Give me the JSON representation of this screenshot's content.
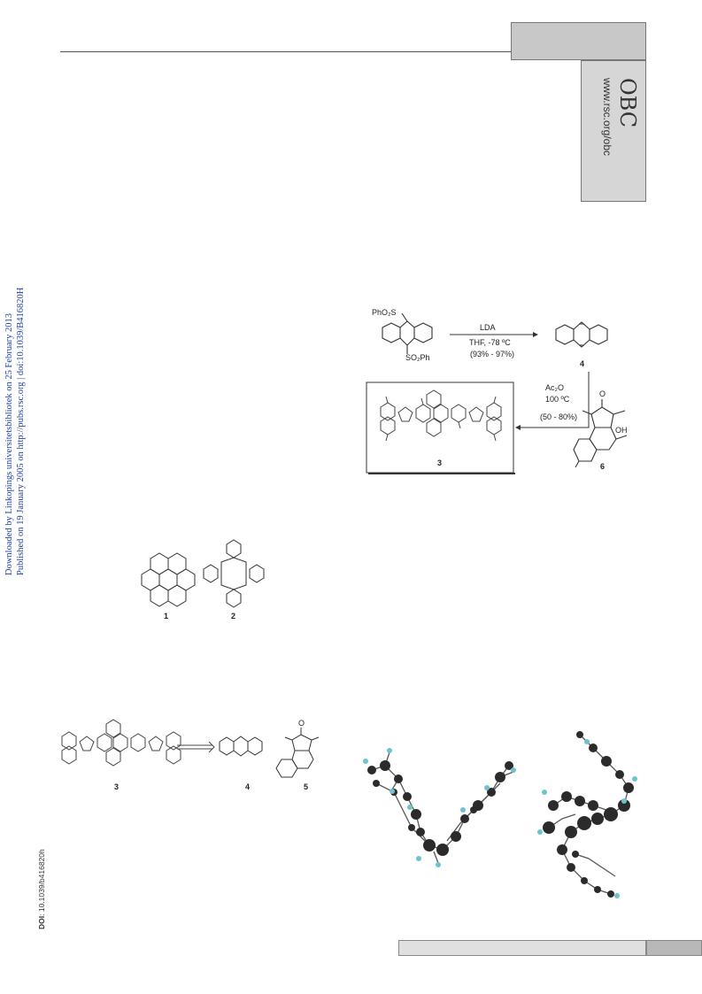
{
  "journal": {
    "abbrev": "OBC",
    "url": "www.rsc.org/obc"
  },
  "download_note": {
    "line1": "Downloaded by Linkopings universitetsbibliotek on 25 February 2013",
    "line2": "Published on 19 January 2005 on http://pubs.rsc.org | doi:10.1039/B416820H"
  },
  "doi": {
    "label": "DOI",
    "value": ": 10.1039/b416820h"
  },
  "scheme": {
    "reagent_top_left": "PhO₂S",
    "reagent_bottom_left": "SO₂Ph",
    "arrow1_line1": "LDA",
    "arrow1_line2": "THF, -78 ºC",
    "arrow1_line3": "(93% - 97%)",
    "product_label": "4",
    "arrow2_line1": "Ac₂O",
    "arrow2_line2": "100 ºC",
    "arrow2_line3": "(50 - 80%)",
    "target_label": "3",
    "reagent_label": "6",
    "oxygen": "O",
    "hydroxyl": "OH"
  },
  "figure1": {
    "label_a": "1",
    "label_b": "2"
  },
  "figure2": {
    "label_a": "3",
    "label_b": "4",
    "label_c": "5",
    "oxygen": "O"
  }
}
